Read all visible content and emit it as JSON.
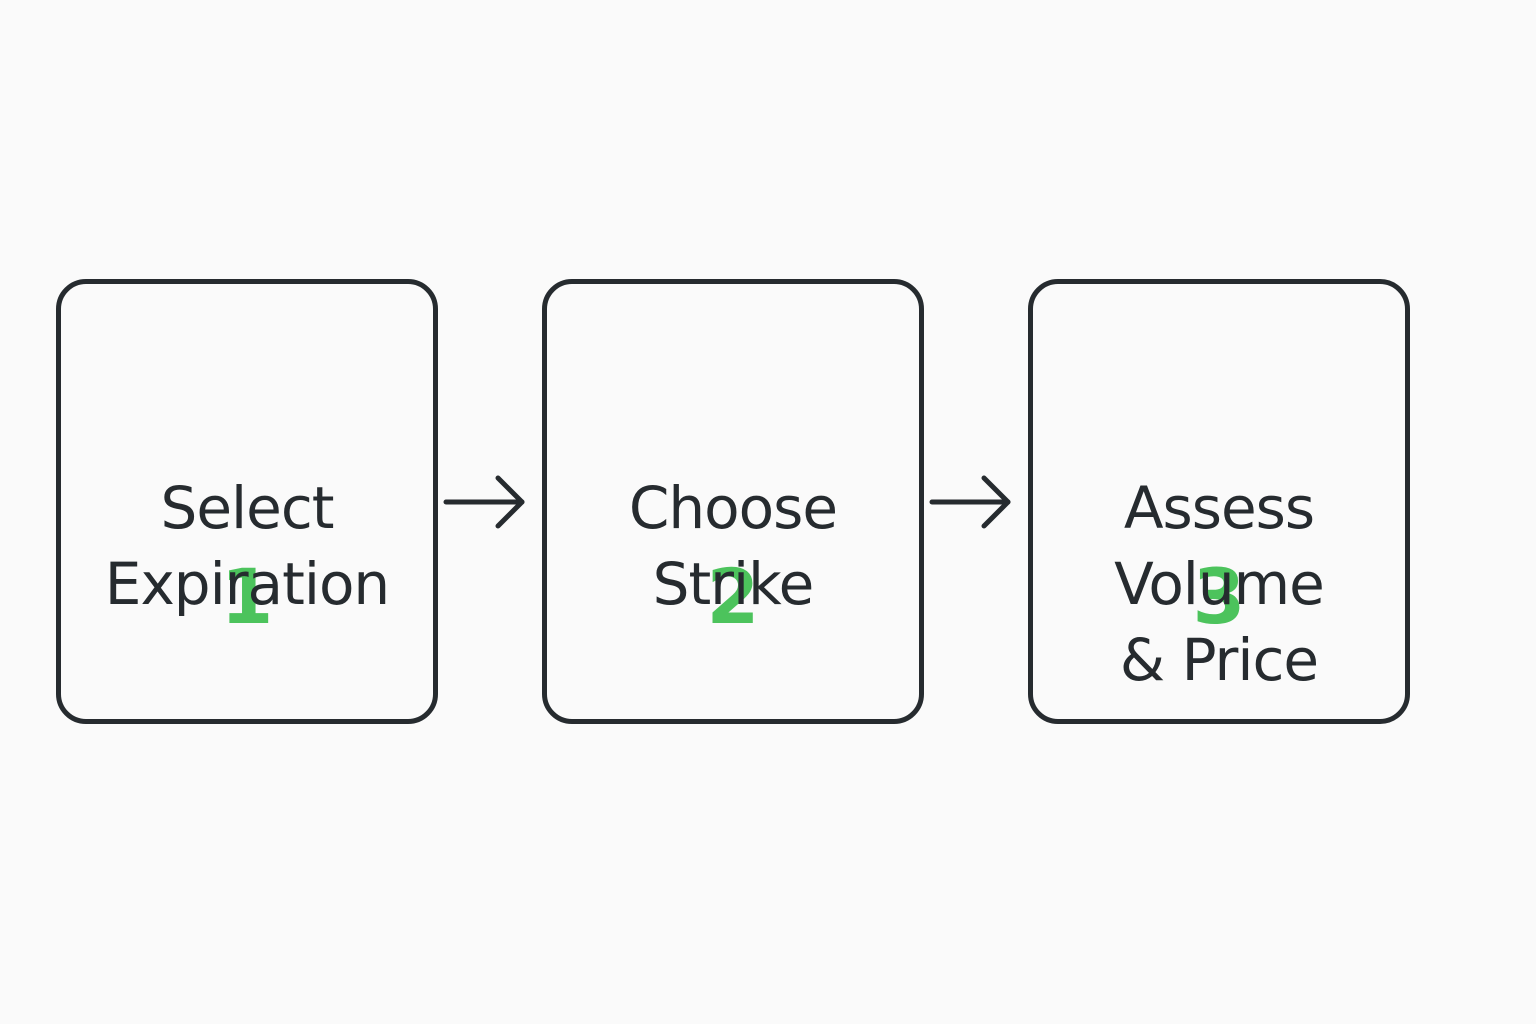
{
  "accent_color": "#4cc35c",
  "stroke_color": "#262b2f",
  "steps": [
    {
      "number": "1",
      "lines": [
        "Select",
        "Expiration"
      ]
    },
    {
      "number": "2",
      "lines": [
        "Choose",
        "Strike"
      ]
    },
    {
      "number": "3",
      "lines": [
        "Assess",
        "Volume",
        "& Price"
      ]
    }
  ],
  "connectors": [
    "arrow-right-icon",
    "arrow-right-icon"
  ]
}
